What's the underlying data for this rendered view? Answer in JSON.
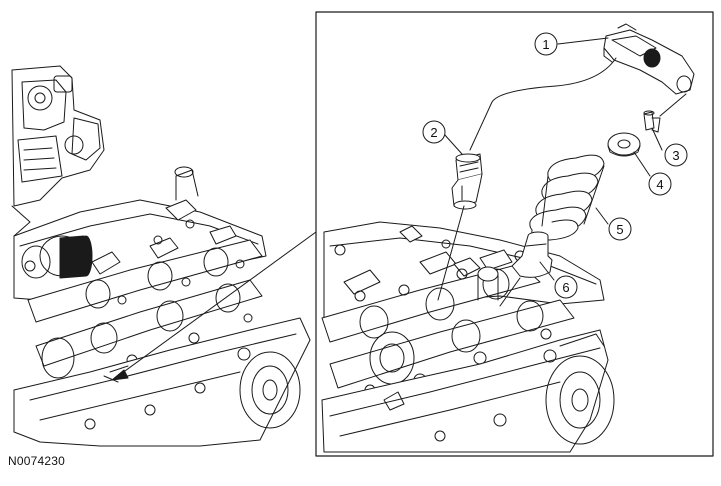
{
  "figure_id": "N0074230",
  "callouts": [
    {
      "id": "callout-1",
      "label": "1"
    },
    {
      "id": "callout-2",
      "label": "2"
    },
    {
      "id": "callout-3",
      "label": "3"
    },
    {
      "id": "callout-4",
      "label": "4"
    },
    {
      "id": "callout-5",
      "label": "5"
    },
    {
      "id": "callout-6",
      "label": "6"
    }
  ],
  "colors": {
    "line": "#1a1a1a",
    "fill": "#ffffff",
    "shade": "#d8d8d8",
    "dark": "#333333"
  }
}
